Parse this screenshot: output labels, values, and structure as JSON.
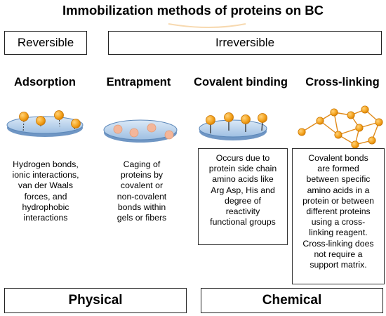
{
  "title": "Immobilization methods of proteins on BC",
  "top_boxes": {
    "reversible": "Reversible",
    "irreversible": "Irreversible"
  },
  "methods": [
    {
      "heading": "Adsorption",
      "description": [
        "Hydrogen bonds,",
        "ionic interactions,",
        "van der Waals",
        "forces, and",
        "hydrophobic",
        "interactions"
      ]
    },
    {
      "heading": "Entrapment",
      "description": [
        "Caging of",
        "proteins by",
        "covalent or",
        "non-covalent",
        "bonds within",
        "gels or fibers"
      ]
    },
    {
      "heading": "Covalent binding",
      "description": [
        "Occurs due to",
        "protein side chain",
        "amino acids like",
        "Arg Asp, His and",
        "degree of",
        "reactivity",
        "functional groups"
      ]
    },
    {
      "heading": "Cross-linking",
      "description": [
        "Covalent bonds",
        "are formed",
        "between specific",
        "amino acids in a",
        "protein or between",
        "different proteins",
        "using a cross-",
        "linking reagent.",
        "Cross-linking does",
        "not require a",
        "support matrix."
      ]
    }
  ],
  "bottom_boxes": {
    "physical": "Physical",
    "chemical": "Chemical"
  },
  "colors": {
    "protein_orange": "#f5a623",
    "protein_border": "#c77300",
    "disc_blue": "#b8d4ee",
    "disc_edge": "#5a86b8",
    "caged_protein": "#f3b69a"
  }
}
